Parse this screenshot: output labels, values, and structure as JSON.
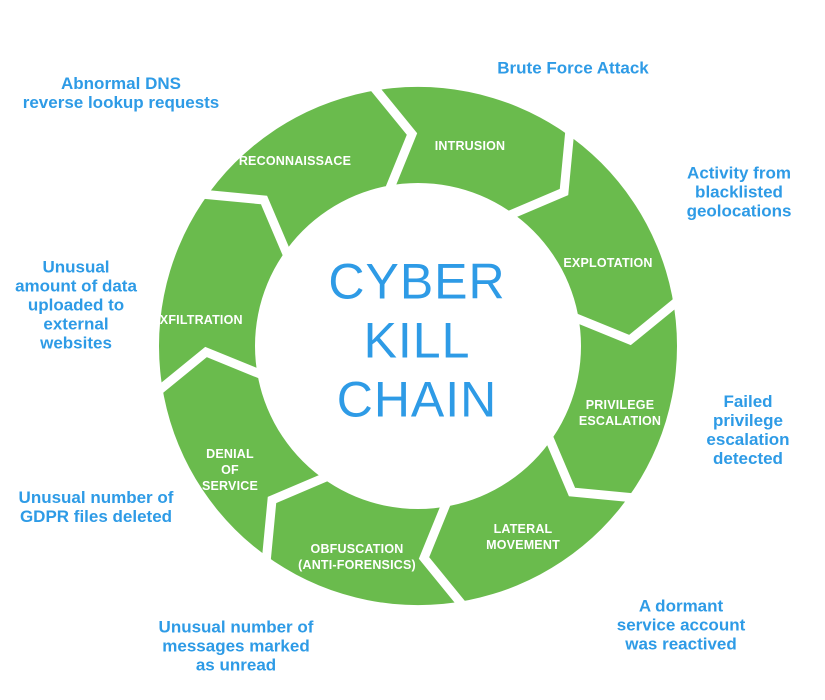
{
  "colors": {
    "green": "#6ABB4D",
    "blue": "#2E9BE6",
    "white": "#FFFFFF"
  },
  "center_title": "CYBER\nKILL\nCHAIN",
  "segments": [
    {
      "label": "RECONNAISSACE"
    },
    {
      "label": "INTRUSION"
    },
    {
      "label": "EXPLOTATION"
    },
    {
      "label": "PRIVILEGE\nESCALATION"
    },
    {
      "label": "LATERAL\nMOVEMENT"
    },
    {
      "label": "OBFUSCATION\n(ANTI-FORENSICS)"
    },
    {
      "label": "DENIAL\nOF\nSERVICE"
    },
    {
      "label": "EXFILTRATION"
    }
  ],
  "annotations": [
    {
      "text": "Abnormal DNS\nreverse lookup requests"
    },
    {
      "text": "Brute Force Attack"
    },
    {
      "text": "Activity from\nblacklisted\ngeolocations"
    },
    {
      "text": "Failed privilege\nescalation\ndetected"
    },
    {
      "text": "A dormant service account\nwas reactived"
    },
    {
      "text": "Unusual number of\nmessages marked\nas unread"
    },
    {
      "text": "Unusual number of\nGDPR files deleted"
    },
    {
      "text": "Unusual\namount of data\nuploaded to\nexternal\nwebsites"
    }
  ]
}
